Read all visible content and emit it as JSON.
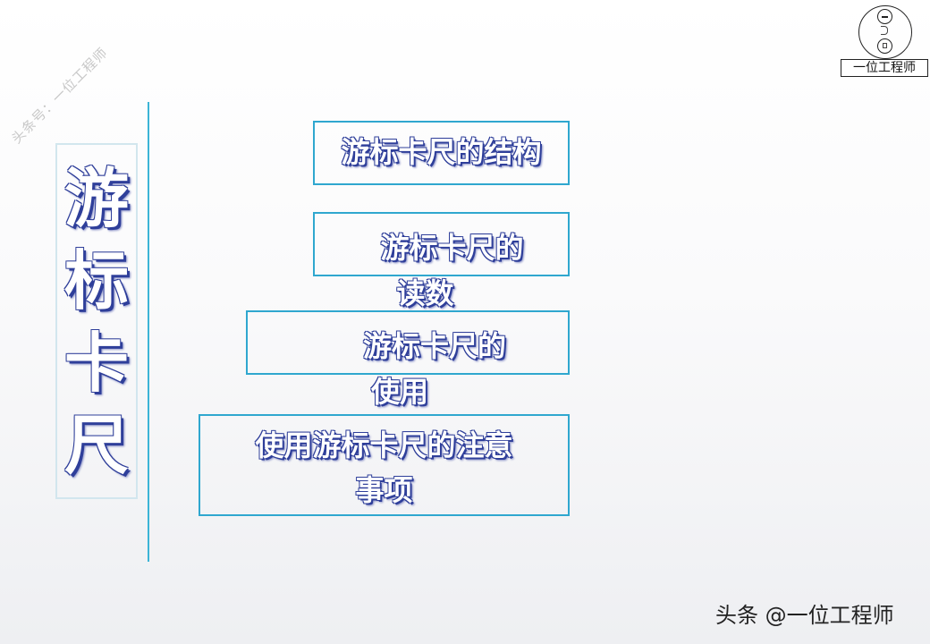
{
  "watermark": "头条号：一位工程师",
  "logo": {
    "label": "一位工程师"
  },
  "side_title": [
    "游",
    "标",
    "卡",
    "尺"
  ],
  "items": [
    {
      "line1": "游标卡尺的结构",
      "line2": ""
    },
    {
      "line1": "游标卡尺的",
      "line2": "读数"
    },
    {
      "line1": "游标卡尺的",
      "line2": "使用"
    },
    {
      "line1": "使用游标卡尺的注意",
      "line2": "事项"
    }
  ],
  "footer": "头条 @一位工程师",
  "colors": {
    "border": "#2fa7cf",
    "text_outline": "#2f3f9a",
    "divider": "#3cb4d6"
  }
}
